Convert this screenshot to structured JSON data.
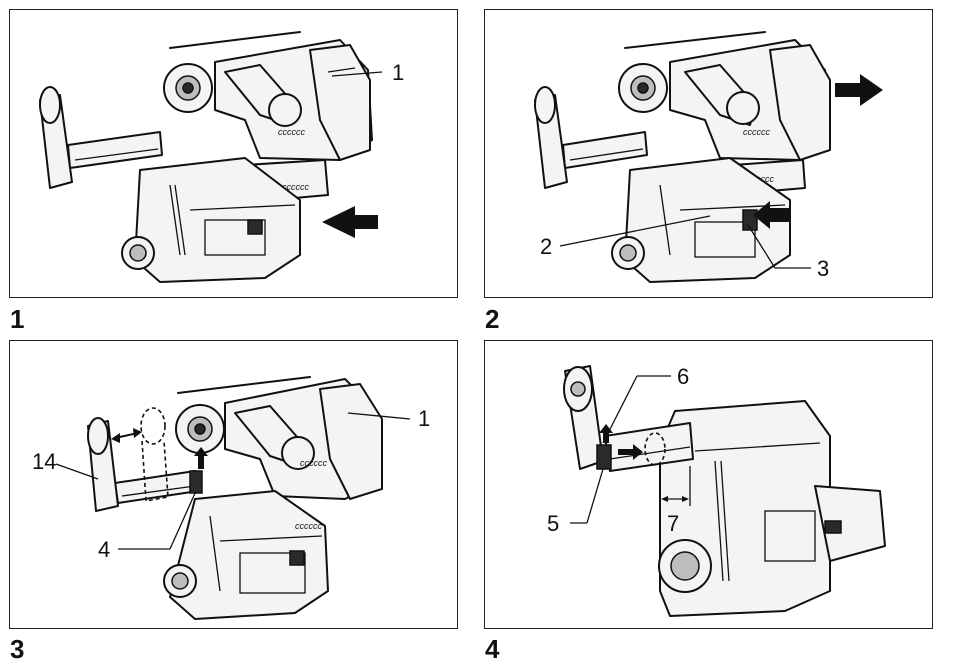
{
  "figures": [
    {
      "number": "1",
      "callouts": [
        "1"
      ]
    },
    {
      "number": "2",
      "callouts": [
        "2",
        "3"
      ]
    },
    {
      "number": "3",
      "callouts": [
        "1",
        "14",
        "4"
      ]
    },
    {
      "number": "4",
      "callouts": [
        "6",
        "5",
        "7"
      ]
    }
  ]
}
